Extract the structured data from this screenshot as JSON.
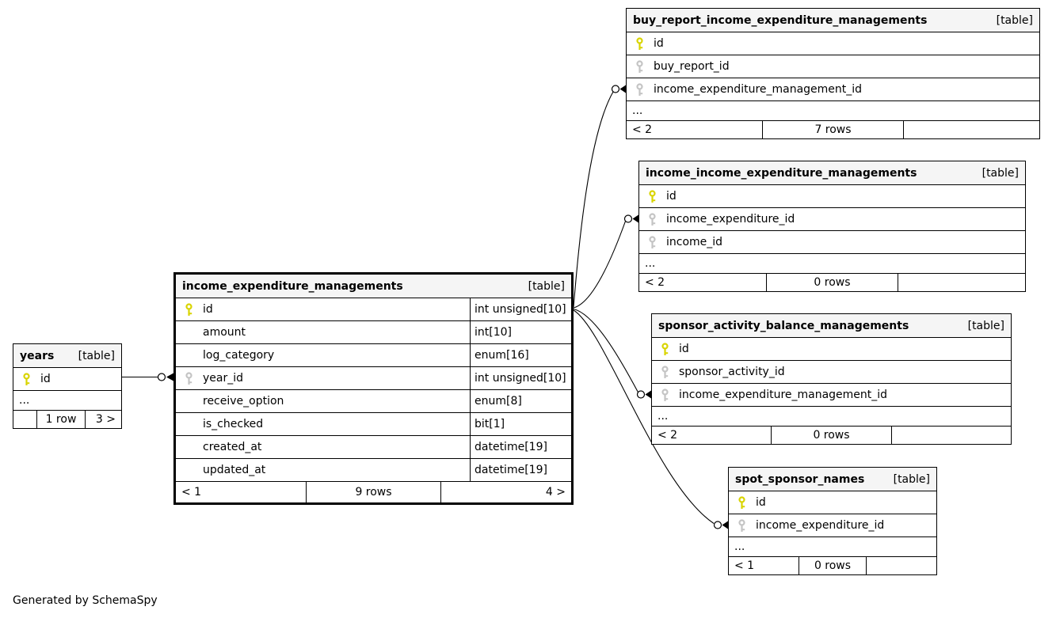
{
  "app": {
    "footer_note": "Generated by SchemaSpy"
  },
  "colors": {
    "pk_key": "#d9d400",
    "fk_key": "#c4c4c4",
    "header_bg": "#f5f5f5",
    "line": "#000000"
  },
  "tables": {
    "years": {
      "name": "years",
      "tag": "[table]",
      "columns": [
        {
          "name": "id",
          "key": "pk"
        }
      ],
      "ellipsis": "...",
      "footer": {
        "left": "",
        "center": "1 row",
        "right": "3 >"
      }
    },
    "income_expenditure_managements": {
      "name": "income_expenditure_managements",
      "tag": "[table]",
      "columns": [
        {
          "name": "id",
          "key": "pk",
          "type": "int unsigned[10]"
        },
        {
          "name": "amount",
          "key": "",
          "type": "int[10]"
        },
        {
          "name": "log_category",
          "key": "",
          "type": "enum[16]"
        },
        {
          "name": "year_id",
          "key": "fk",
          "type": "int unsigned[10]"
        },
        {
          "name": "receive_option",
          "key": "",
          "type": "enum[8]"
        },
        {
          "name": "is_checked",
          "key": "",
          "type": "bit[1]"
        },
        {
          "name": "created_at",
          "key": "",
          "type": "datetime[19]"
        },
        {
          "name": "updated_at",
          "key": "",
          "type": "datetime[19]"
        }
      ],
      "footer": {
        "left": "< 1",
        "center": "9 rows",
        "right": "4 >"
      }
    },
    "buy_report_income_expenditure_managements": {
      "name": "buy_report_income_expenditure_managements",
      "tag": "[table]",
      "columns": [
        {
          "name": "id",
          "key": "pk"
        },
        {
          "name": "buy_report_id",
          "key": "fk"
        },
        {
          "name": "income_expenditure_management_id",
          "key": "fk"
        }
      ],
      "ellipsis": "...",
      "footer": {
        "left": "< 2",
        "center": "7 rows",
        "right": ""
      }
    },
    "income_income_expenditure_managements": {
      "name": "income_income_expenditure_managements",
      "tag": "[table]",
      "columns": [
        {
          "name": "id",
          "key": "pk"
        },
        {
          "name": "income_expenditure_id",
          "key": "fk"
        },
        {
          "name": "income_id",
          "key": "fk"
        }
      ],
      "ellipsis": "...",
      "footer": {
        "left": "< 2",
        "center": "0 rows",
        "right": ""
      }
    },
    "sponsor_activity_balance_managements": {
      "name": "sponsor_activity_balance_managements",
      "tag": "[table]",
      "columns": [
        {
          "name": "id",
          "key": "pk"
        },
        {
          "name": "sponsor_activity_id",
          "key": "fk"
        },
        {
          "name": "income_expenditure_management_id",
          "key": "fk"
        }
      ],
      "ellipsis": "...",
      "footer": {
        "left": "< 2",
        "center": "0 rows",
        "right": ""
      }
    },
    "spot_sponsor_names": {
      "name": "spot_sponsor_names",
      "tag": "[table]",
      "columns": [
        {
          "name": "id",
          "key": "pk"
        },
        {
          "name": "income_expenditure_id",
          "key": "fk"
        }
      ],
      "ellipsis": "...",
      "footer": {
        "left": "< 1",
        "center": "0 rows",
        "right": ""
      }
    }
  },
  "relationships": [
    {
      "from": "years.id",
      "to": "income_expenditure_managements.year_id"
    },
    {
      "from": "income_expenditure_managements.id",
      "to": "buy_report_income_expenditure_managements.income_expenditure_management_id"
    },
    {
      "from": "income_expenditure_managements.id",
      "to": "income_income_expenditure_managements.income_expenditure_id"
    },
    {
      "from": "income_expenditure_managements.id",
      "to": "sponsor_activity_balance_managements.income_expenditure_management_id"
    },
    {
      "from": "income_expenditure_managements.id",
      "to": "spot_sponsor_names.income_expenditure_id"
    }
  ]
}
